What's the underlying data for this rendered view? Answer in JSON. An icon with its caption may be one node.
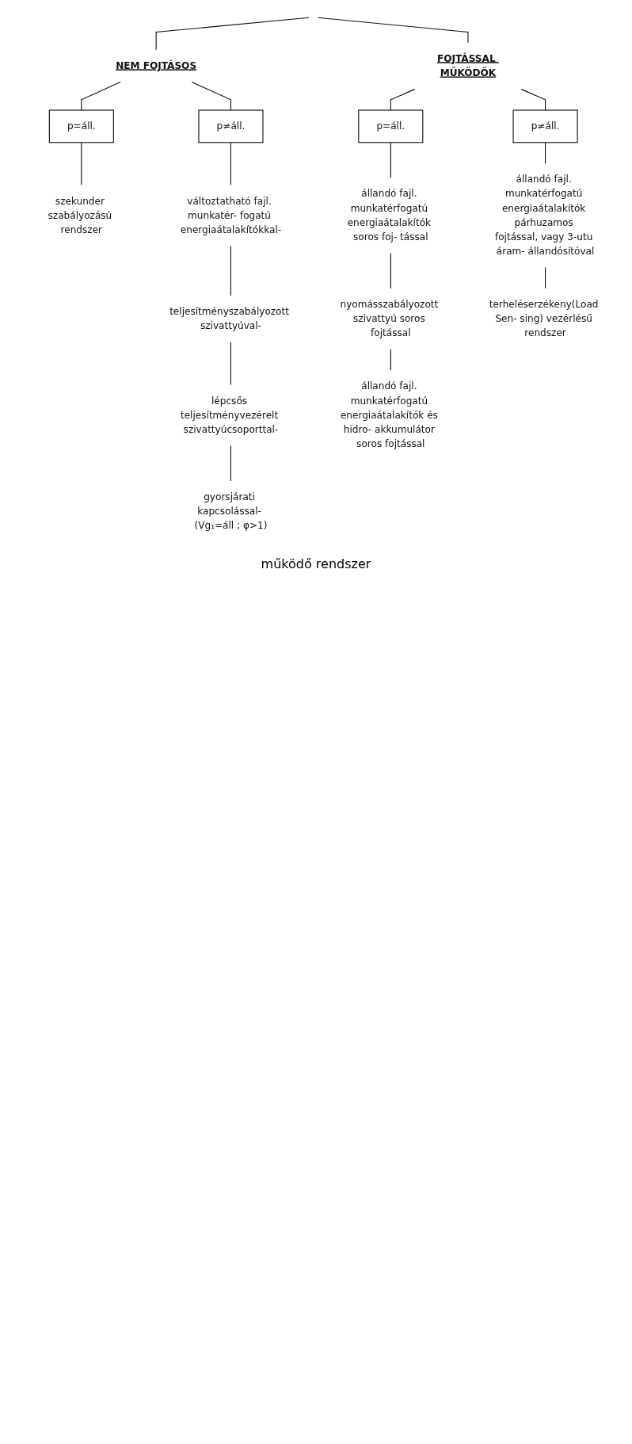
{
  "diagram": {
    "nodes": [
      {
        "text": [
          "NEM FOJTÁSOS"
        ]
      },
      {
        "text": [
          "FOJTÁSSAL MŰKÖDŐK"
        ]
      },
      {
        "text": [
          "p=áll."
        ]
      },
      {
        "text": [
          "szekunder szabályozású rendszer"
        ]
      },
      {
        "text": [
          "p≠áll."
        ]
      },
      {
        "text": [
          "változtatható fajl. munkatér- fogatú energiaátalakítókkal-"
        ]
      },
      {
        "text": [
          "teljesítményszabályozott szivattyúval-"
        ]
      },
      {
        "text": [
          "lépcsős teljesítményvezérelt szivattyúcsoporttal-"
        ]
      },
      {
        "text": [
          "gyorsjárati kapcsolással- (Vg₁=áll ; φ>1)"
        ]
      },
      {
        "text": [
          "p=áll."
        ]
      },
      {
        "text": [
          "állandó fajl. munkatérfogatú energiaátalakítók soros foj- tással"
        ]
      },
      {
        "text": [
          "nyomásszabályozott szivattyú soros fojtással"
        ]
      },
      {
        "text": [
          "állandó fajl. munkatérfogatú energiaátalakítók és hidro- akkumulátor soros fojtással"
        ]
      },
      {
        "text": [
          "p≠áll."
        ]
      },
      {
        "text": [
          "állandó fajl. munkatérfogatú energiaátalakítók párhuzamos fojtással, vagy 3-utu áram- állandósítóval"
        ]
      },
      {
        "text": [
          "terheléserzékeny(Load Sen- sing) vezérlésű rendszer"
        ]
      }
    ],
    "edges": [
      {
        "from": null,
        "to": 0,
        "arrow": "none"
      },
      {
        "from": null,
        "to": 1,
        "arrow": "none"
      },
      {
        "from": 0,
        "to": 2,
        "arrow": "none"
      },
      {
        "from": 0,
        "to": 4,
        "arrow": "none"
      },
      {
        "from": 1,
        "to": 9,
        "arrow": "none"
      },
      {
        "from": 1,
        "to": 13,
        "arrow": "none"
      },
      {
        "from": 2,
        "to": 3,
        "arrow": "none"
      },
      {
        "from": 4,
        "to": 5,
        "arrow": "none"
      },
      {
        "from": 5,
        "to": 6,
        "arrow": "none"
      },
      {
        "from": 6,
        "to": 7,
        "arrow": "none"
      },
      {
        "from": 7,
        "to": 8,
        "arrow": "none"
      },
      {
        "from": 9,
        "to": 10,
        "arrow": "none"
      },
      {
        "from": 10,
        "to": 11,
        "arrow": "none"
      },
      {
        "from": 11,
        "to": 12,
        "arrow": "none"
      },
      {
        "from": 13,
        "to": 14,
        "arrow": "none"
      },
      {
        "from": 14,
        "to": 15,
        "arrow": "none"
      }
    ],
    "labels": [
      "működő rendszer"
    ]
  }
}
